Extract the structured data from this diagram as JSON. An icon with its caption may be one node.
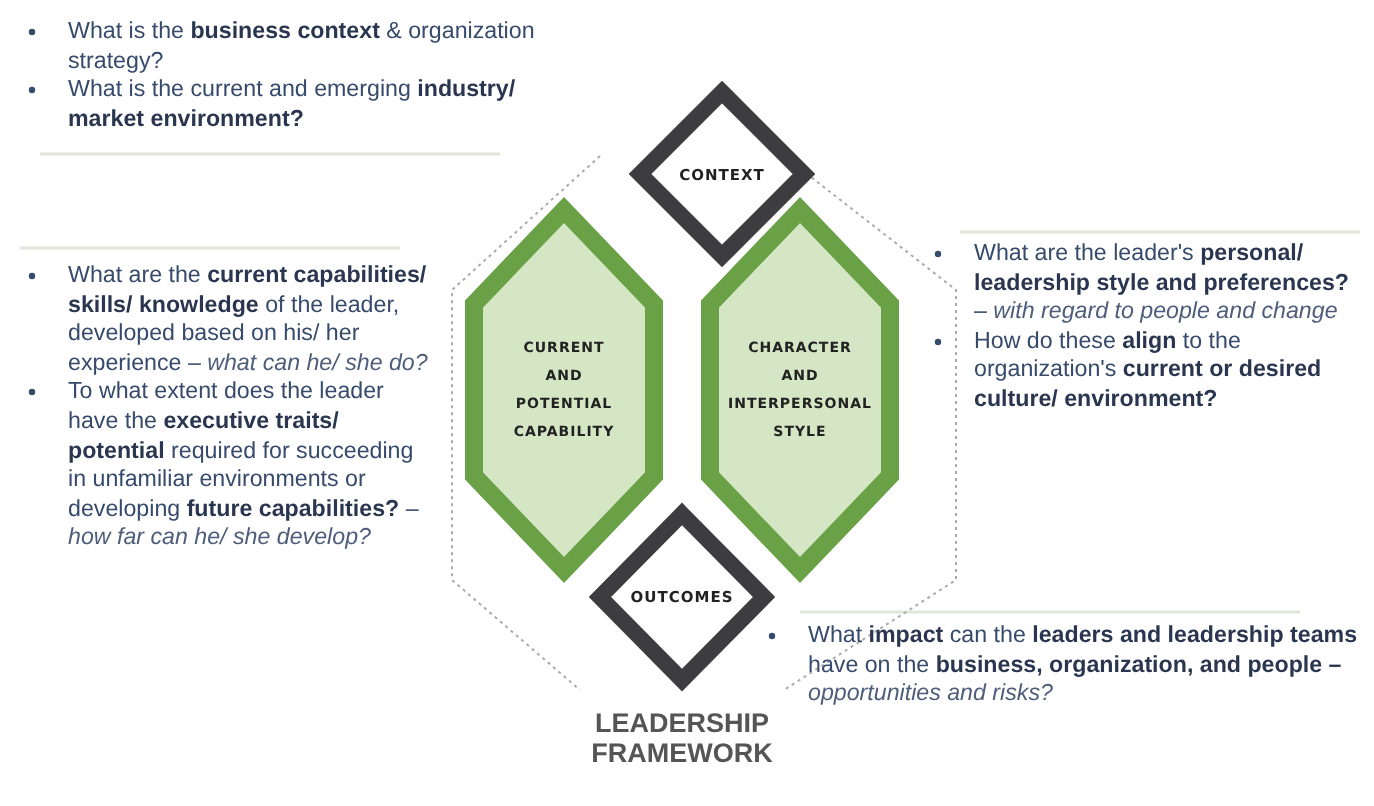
{
  "diagram": {
    "title": "LEADERSHIP FRAMEWORK",
    "nodes": [
      {
        "text": [
          "CONTEXT"
        ]
      },
      {
        "text": [
          "CURRENT AND POTENTIAL CAPABILITY"
        ]
      },
      {
        "text": [
          "CHARACTER AND INTERPERSONAL STYLE"
        ]
      },
      {
        "text": [
          "OUTCOMES"
        ]
      }
    ],
    "labels": [
      "What is the **business context** & organization strategy?",
      "What is the current and emerging **industry/ market environment?**",
      "What are the **current capabilities/ skills/ knowledge** of the leader, developed based on his/ her experience – *what can he/ she do?*",
      "To what extent does the leader have the **executive traits/ potential** required for succeeding in unfamiliar environments or developing **future capabilities?** – *how far can he/ she develop?*",
      "What are the leader's **personal/ leadership style and preferences?** – *with regard to people and change*",
      "How do these **align** to the organization's **current or desired culture/ environment?**",
      "What **impact** can the **leaders and leadership teams** have on the **business, organization, and people –** *opportunities and risks?*"
    ]
  }
}
